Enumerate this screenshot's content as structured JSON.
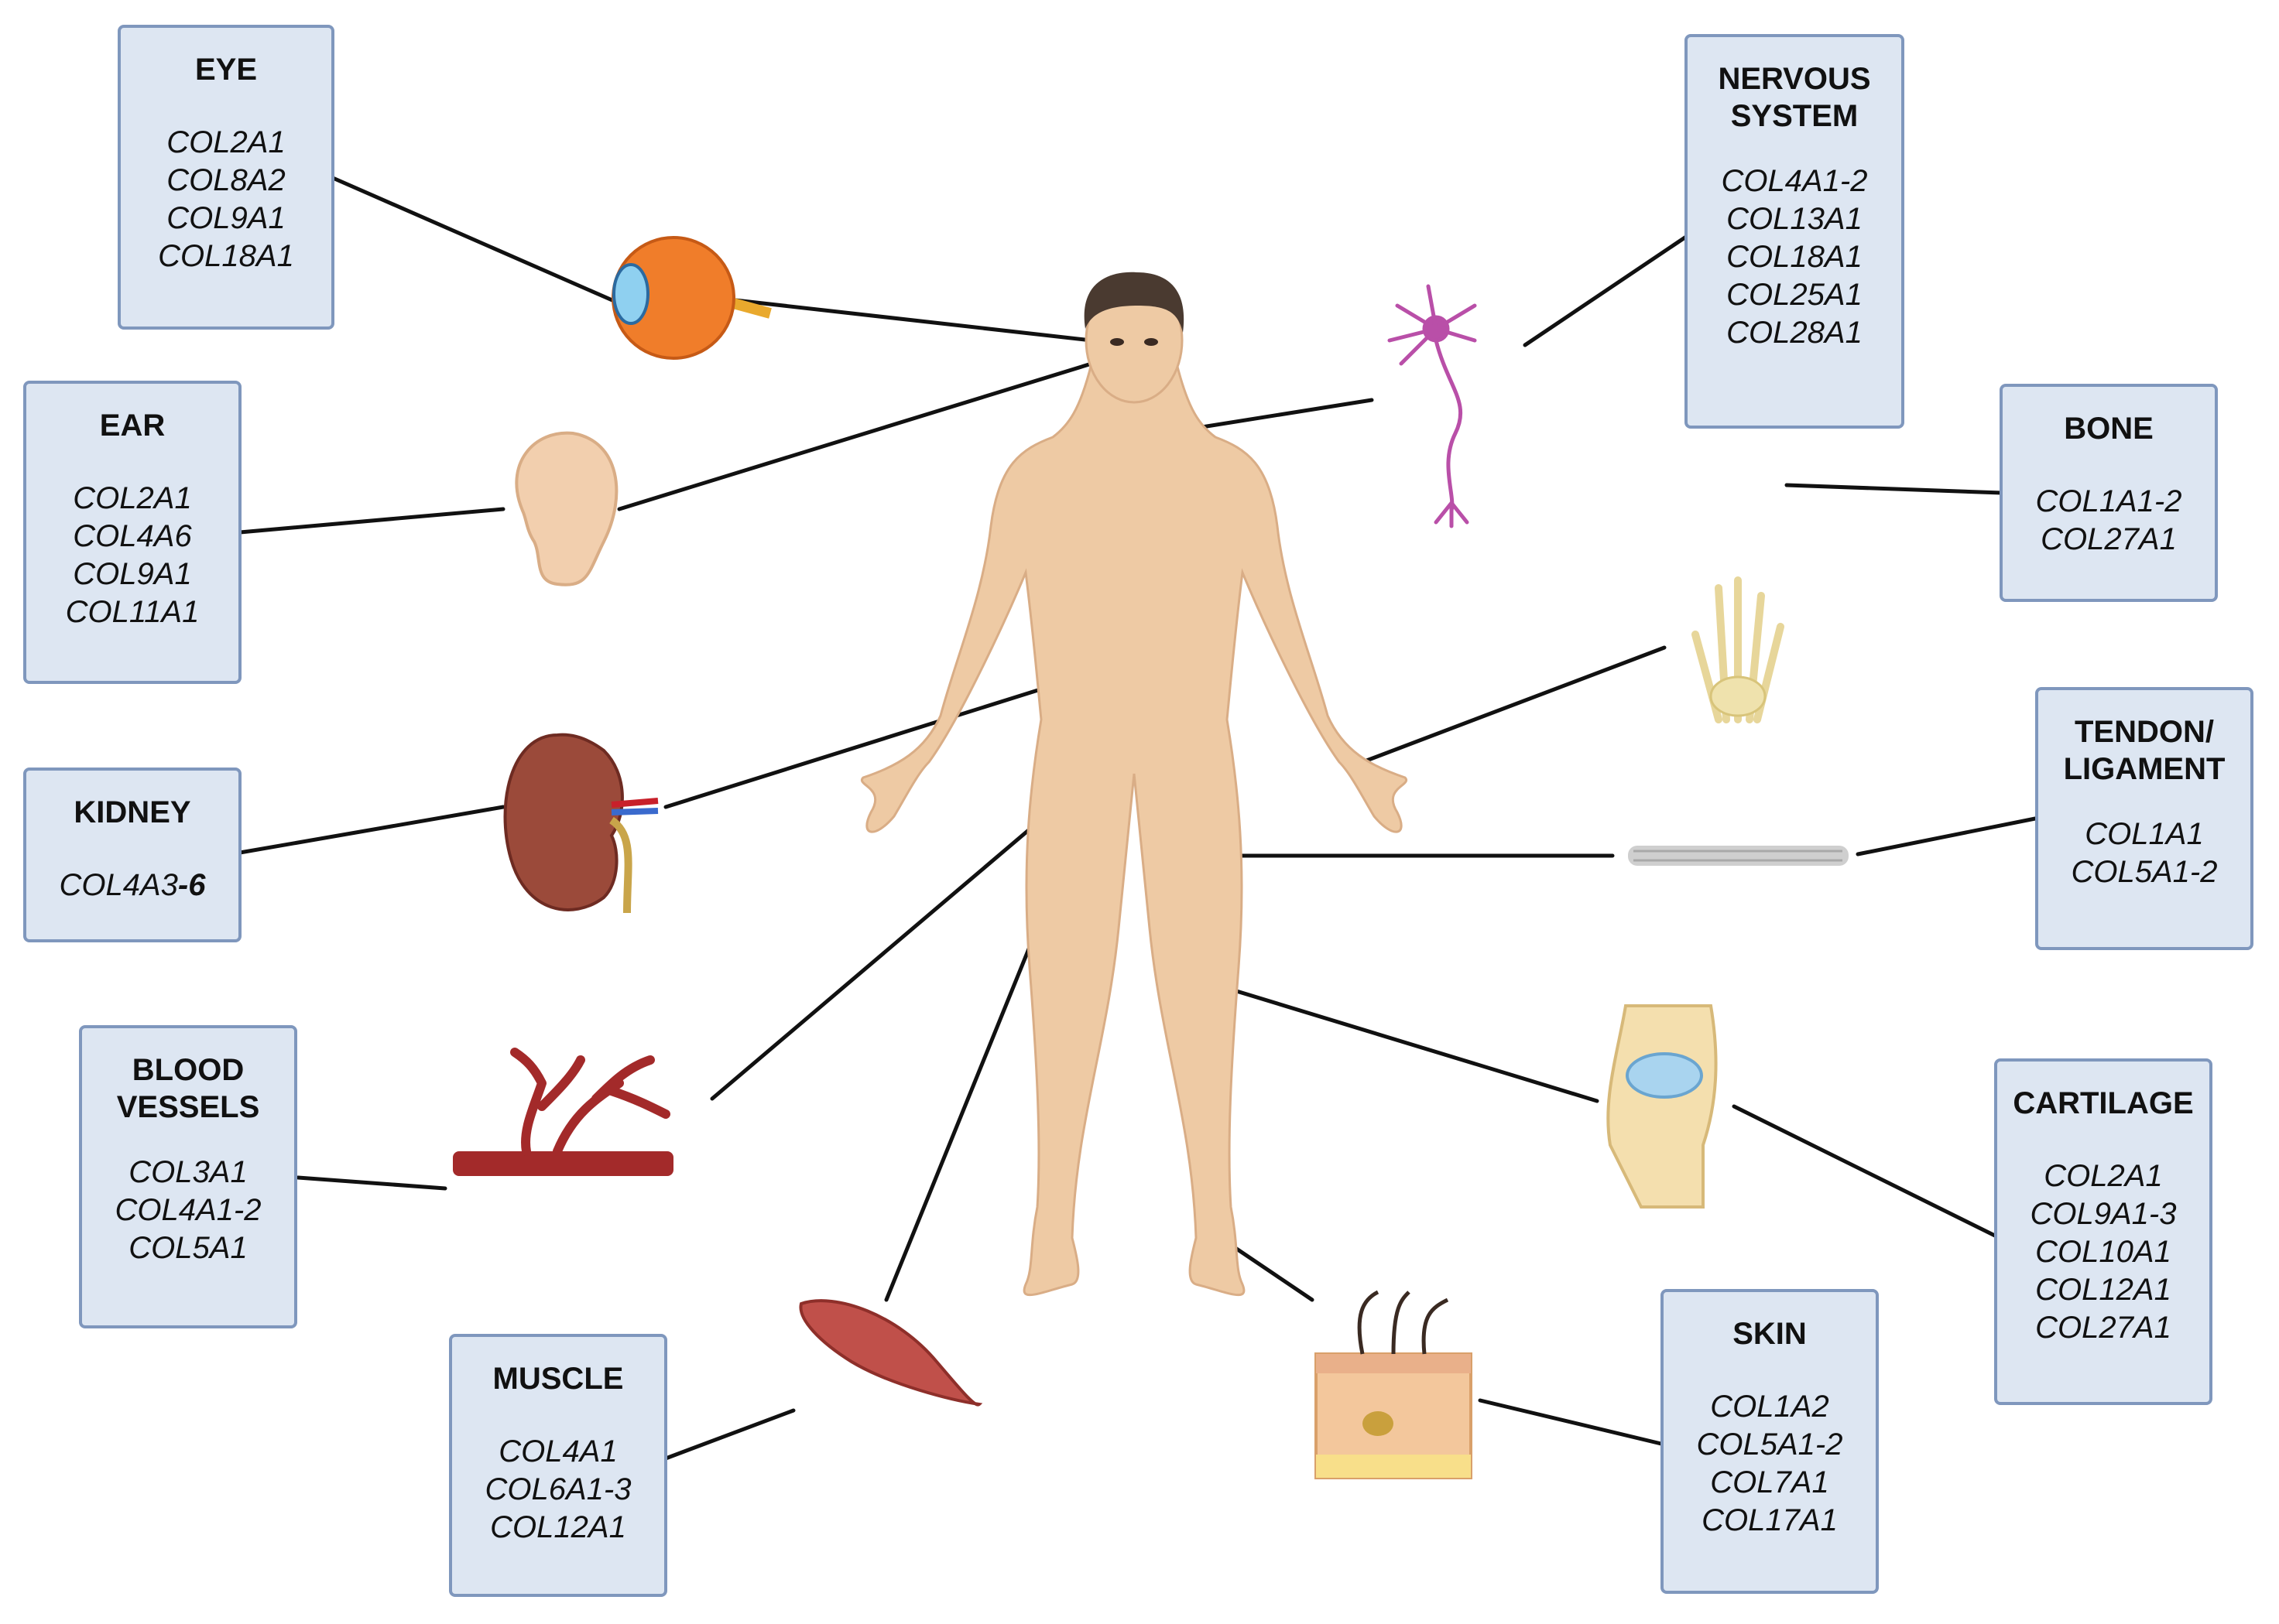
{
  "boxes": {
    "eye": {
      "title": "EYE",
      "genes": [
        "COL2A1",
        "COL8A2",
        "COL9A1",
        "COL18A1"
      ]
    },
    "ear": {
      "title": "EAR",
      "genes": [
        "COL2A1",
        "COL4A6",
        "COL9A1",
        "COL11A1"
      ]
    },
    "kidney": {
      "title": "KIDNEY",
      "gene_prefix": "COL4A3",
      "gene_suffix": "-6"
    },
    "blood": {
      "title": "BLOOD\nVESSELS",
      "genes": [
        "COL3A1",
        "COL4A1-2",
        "COL5A1"
      ]
    },
    "muscle": {
      "title": "MUSCLE",
      "genes": [
        "COL4A1",
        "COL6A1-3",
        "COL12A1"
      ]
    },
    "nervous": {
      "title": "NERVOUS\nSYSTEM",
      "genes": [
        "COL4A1-2",
        "COL13A1",
        "COL18A1",
        "COL25A1",
        "COL28A1"
      ]
    },
    "bone": {
      "title": "BONE",
      "genes": [
        "COL1A1-2",
        "COL27A1"
      ]
    },
    "tendon": {
      "title": "TENDON/\nLIGAMENT",
      "genes": [
        "COL1A1",
        "COL5A1-2"
      ]
    },
    "cartilage": {
      "title": "CARTILAGE",
      "genes": [
        "COL2A1",
        "COL9A1-3",
        "COL10A1",
        "COL12A1",
        "COL27A1"
      ]
    },
    "skin": {
      "title": "SKIN",
      "genes": [
        "COL1A2",
        "COL5A1-2",
        "COL7A1",
        "COL17A1"
      ]
    }
  },
  "colors": {
    "box_fill": "#dde6f2",
    "box_border": "#7f97bd",
    "body_skin": "#eecaa4",
    "connector": "#111111"
  }
}
